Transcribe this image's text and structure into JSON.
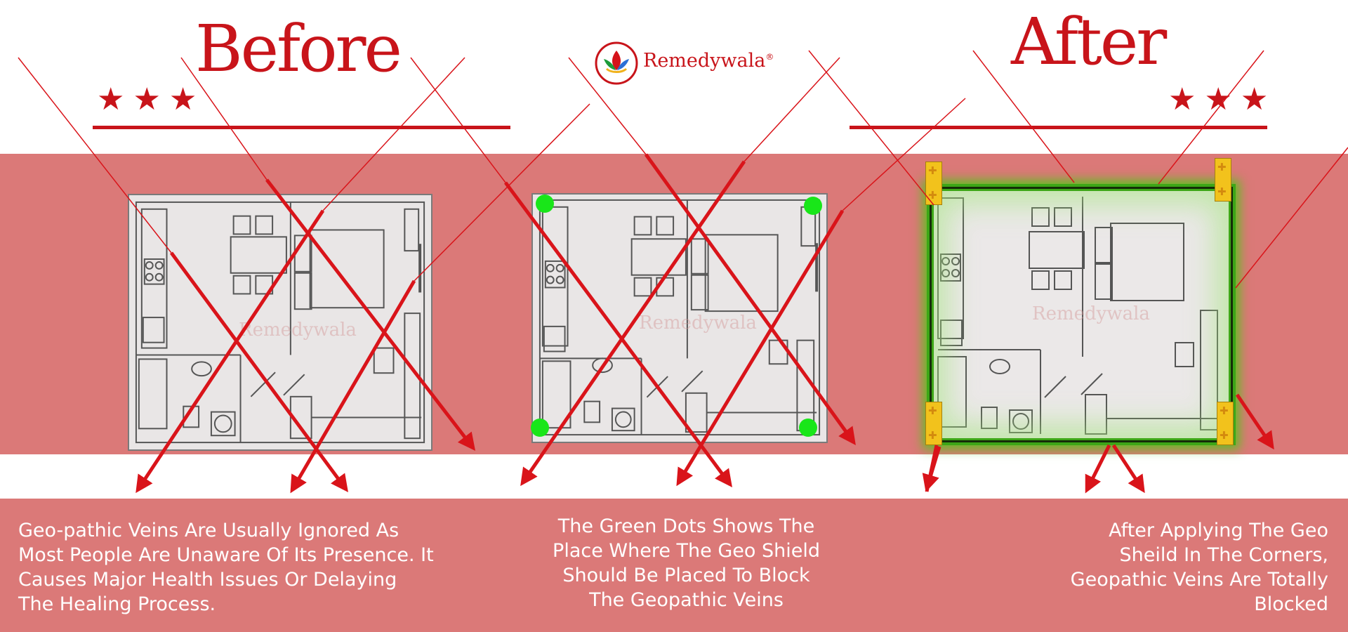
{
  "headings": {
    "before": "Before",
    "after": "After"
  },
  "decorations": {
    "stars": "★★★"
  },
  "brand": {
    "name": "Remedywala",
    "mark": "®",
    "watermark": "Remedywala"
  },
  "captions": {
    "left": "Geo-pathic Veins Are Usually Ignored As\nMost People Are Unaware Of Its Presence. It\nCauses Major Health Issues Or Delaying\nThe Healing Process.",
    "middle": "The Green Dots Shows The\nPlace Where The Geo Shield\nShould Be Placed To Block\nThe Geopathic Veins",
    "right": "After Applying The Geo\nSheild In The Corners,\nGeopathic Veins Are Totally\nBlocked"
  },
  "colors": {
    "brand_red": "#c8141a",
    "band_pink": "#db7978",
    "vein_red": "#d9141a",
    "marker_green": "#19e619",
    "shield_glow": "#3da617",
    "shield_yellow": "#f2c21c"
  },
  "icons": {
    "logo": "lotus-logo-icon",
    "stars": "star-icon",
    "markers": "green-dot-icon",
    "shields": "geo-shield-icon"
  }
}
